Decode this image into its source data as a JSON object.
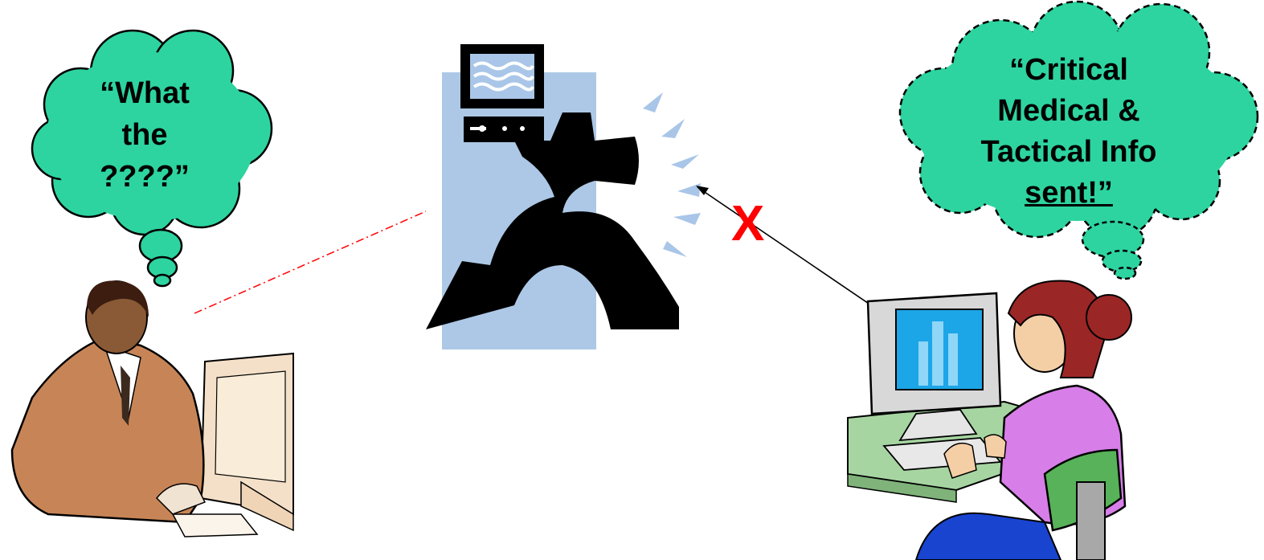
{
  "left_bubble": {
    "line1": "“What",
    "line2": "the",
    "line3": "????”"
  },
  "right_bubble": {
    "line1": "“Critical",
    "line2": "Medical &",
    "line3": "Tactical Info",
    "line4": "sent!”"
  },
  "failure_mark": "X",
  "colors": {
    "bubble_fill": "#2dd4a0",
    "server_bg": "#adc8e6",
    "signal_rays": "#a9c6e8",
    "broken_link": "#ff0000",
    "desk": "#a7d5a2",
    "sweater": "#d77ee8",
    "chair": "#58b25a",
    "hair": "#9b2626",
    "screen": "#1ca6e8"
  },
  "icons": [
    "man-at-computer-icon",
    "server-tower-icon",
    "woman-at-computer-icon"
  ]
}
